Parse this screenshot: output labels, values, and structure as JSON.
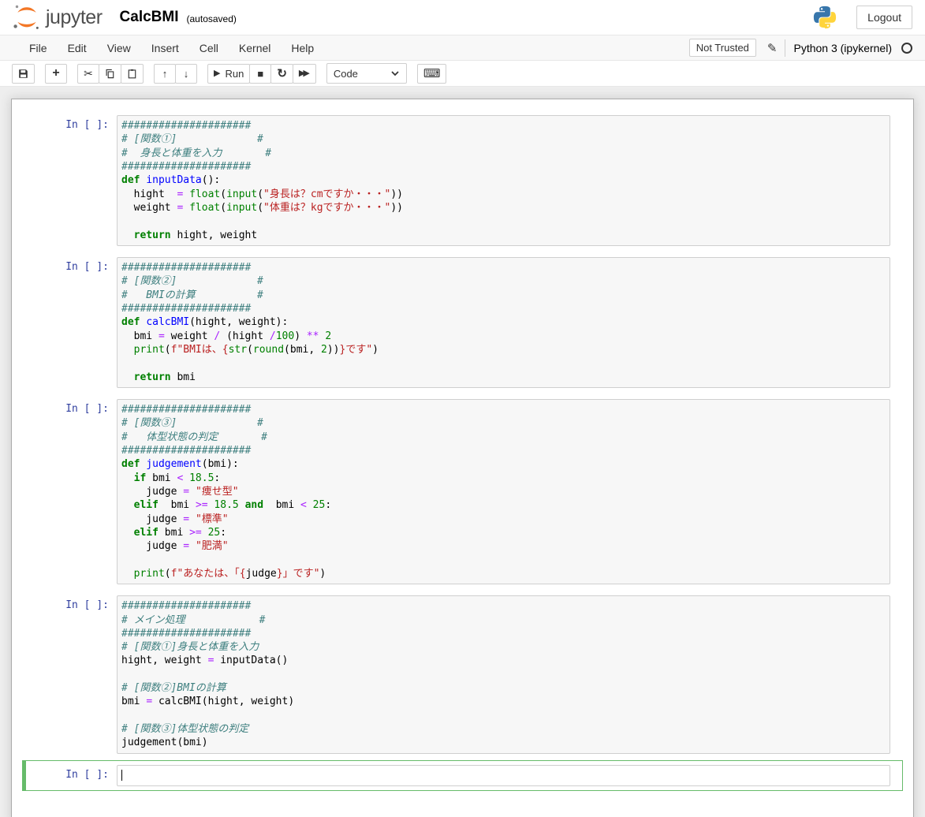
{
  "header": {
    "logo_text": "jupyter",
    "title": "CalcBMI",
    "autosaved": "(autosaved)",
    "logout_label": "Logout"
  },
  "menu": {
    "items": [
      "File",
      "Edit",
      "View",
      "Insert",
      "Cell",
      "Kernel",
      "Help"
    ],
    "trust_badge": "Not Trusted",
    "kernel_name": "Python 3 (ipykernel)"
  },
  "toolbar": {
    "run_label": "Run",
    "cell_type_selected": "Code",
    "icons": {
      "add": "+",
      "cut": "✂",
      "up": "↑",
      "down": "↓",
      "run_glyph": "▶",
      "stop": "■",
      "restart": "↻",
      "restart_run_all": "▶▶",
      "keyboard": "⌨"
    }
  },
  "colors": {
    "selected_cell_green": "#66BB6A",
    "prompt_blue": "#303F9F",
    "comment": "#408080",
    "keyword": "#008000",
    "builtin": "#008000",
    "function_def": "#0000FF",
    "operator": "#AA22FF",
    "number": "#008000",
    "string": "#BA2121",
    "jupyter_orange": "#F37726",
    "python_blue": "#3776AB",
    "python_yellow": "#FFD43B"
  },
  "notebook": {
    "prompt_label": "In [ ]:",
    "cells": [
      {
        "selected": false,
        "lines": [
          [
            [
              "c",
              "#####################"
            ]
          ],
          [
            [
              "c",
              "# [関数①]             #"
            ]
          ],
          [
            [
              "c",
              "#  身長と体重を入力       #"
            ]
          ],
          [
            [
              "c",
              "#####################"
            ]
          ],
          [
            [
              "k",
              "def"
            ],
            [
              "p",
              " "
            ],
            [
              "d",
              "inputData"
            ],
            [
              "p",
              "():"
            ]
          ],
          [
            [
              "p",
              "  hight  "
            ],
            [
              "o",
              "="
            ],
            [
              "p",
              " "
            ],
            [
              "b",
              "float"
            ],
            [
              "p",
              "("
            ],
            [
              "b",
              "input"
            ],
            [
              "p",
              "("
            ],
            [
              "s",
              "\"身長は？cmですか・・・\""
            ],
            [
              "p",
              "))"
            ]
          ],
          [
            [
              "p",
              "  weight "
            ],
            [
              "o",
              "="
            ],
            [
              "p",
              " "
            ],
            [
              "b",
              "float"
            ],
            [
              "p",
              "("
            ],
            [
              "b",
              "input"
            ],
            [
              "p",
              "("
            ],
            [
              "s",
              "\"体重は？kgですか・・・\""
            ],
            [
              "p",
              "))"
            ]
          ],
          [],
          [
            [
              "p",
              "  "
            ],
            [
              "k",
              "return"
            ],
            [
              "p",
              " hight, weight"
            ]
          ]
        ]
      },
      {
        "selected": false,
        "lines": [
          [
            [
              "c",
              "#####################"
            ]
          ],
          [
            [
              "c",
              "# [関数②]             #"
            ]
          ],
          [
            [
              "c",
              "#   BMIの計算          #"
            ]
          ],
          [
            [
              "c",
              "#####################"
            ]
          ],
          [
            [
              "k",
              "def"
            ],
            [
              "p",
              " "
            ],
            [
              "d",
              "calcBMI"
            ],
            [
              "p",
              "(hight, weight):"
            ]
          ],
          [
            [
              "p",
              "  bmi "
            ],
            [
              "o",
              "="
            ],
            [
              "p",
              " weight "
            ],
            [
              "o",
              "/"
            ],
            [
              "p",
              " (hight "
            ],
            [
              "o",
              "/"
            ],
            [
              "n",
              "100"
            ],
            [
              "p",
              ") "
            ],
            [
              "o",
              "**"
            ],
            [
              "p",
              " "
            ],
            [
              "n",
              "2"
            ]
          ],
          [
            [
              "p",
              "  "
            ],
            [
              "b",
              "print"
            ],
            [
              "p",
              "("
            ],
            [
              "s",
              "f\"BMIは、{"
            ],
            [
              "b",
              "str"
            ],
            [
              "p",
              "("
            ],
            [
              "b",
              "round"
            ],
            [
              "p",
              "(bmi, "
            ],
            [
              "n",
              "2"
            ],
            [
              "p",
              "))"
            ],
            [
              "s",
              "}です\""
            ],
            [
              "p",
              ")"
            ]
          ],
          [],
          [
            [
              "p",
              "  "
            ],
            [
              "k",
              "return"
            ],
            [
              "p",
              " bmi"
            ]
          ]
        ]
      },
      {
        "selected": false,
        "lines": [
          [
            [
              "c",
              "#####################"
            ]
          ],
          [
            [
              "c",
              "# [関数③]             #"
            ]
          ],
          [
            [
              "c",
              "#   体型状態の判定       #"
            ]
          ],
          [
            [
              "c",
              "#####################"
            ]
          ],
          [
            [
              "k",
              "def"
            ],
            [
              "p",
              " "
            ],
            [
              "d",
              "judgement"
            ],
            [
              "p",
              "(bmi):"
            ]
          ],
          [
            [
              "p",
              "  "
            ],
            [
              "k",
              "if"
            ],
            [
              "p",
              " bmi "
            ],
            [
              "o",
              "<"
            ],
            [
              "p",
              " "
            ],
            [
              "n",
              "18.5"
            ],
            [
              "p",
              ":"
            ]
          ],
          [
            [
              "p",
              "    judge "
            ],
            [
              "o",
              "="
            ],
            [
              "p",
              " "
            ],
            [
              "s",
              "\"痩せ型\""
            ]
          ],
          [
            [
              "p",
              "  "
            ],
            [
              "k",
              "elif"
            ],
            [
              "p",
              "  bmi "
            ],
            [
              "o",
              ">="
            ],
            [
              "p",
              " "
            ],
            [
              "n",
              "18.5"
            ],
            [
              "p",
              " "
            ],
            [
              "k",
              "and"
            ],
            [
              "p",
              "  bmi "
            ],
            [
              "o",
              "<"
            ],
            [
              "p",
              " "
            ],
            [
              "n",
              "25"
            ],
            [
              "p",
              ":"
            ]
          ],
          [
            [
              "p",
              "    judge "
            ],
            [
              "o",
              "="
            ],
            [
              "p",
              " "
            ],
            [
              "s",
              "\"標準\""
            ]
          ],
          [
            [
              "p",
              "  "
            ],
            [
              "k",
              "elif"
            ],
            [
              "p",
              " bmi "
            ],
            [
              "o",
              ">="
            ],
            [
              "p",
              " "
            ],
            [
              "n",
              "25"
            ],
            [
              "p",
              ":"
            ]
          ],
          [
            [
              "p",
              "    judge "
            ],
            [
              "o",
              "="
            ],
            [
              "p",
              " "
            ],
            [
              "s",
              "\"肥満\""
            ]
          ],
          [],
          [
            [
              "p",
              "  "
            ],
            [
              "b",
              "print"
            ],
            [
              "p",
              "("
            ],
            [
              "s",
              "f\"あなたは、「{"
            ],
            [
              "p",
              "judge"
            ],
            [
              "s",
              "}」です\""
            ],
            [
              "p",
              ")"
            ]
          ]
        ]
      },
      {
        "selected": false,
        "lines": [
          [
            [
              "c",
              "#####################"
            ]
          ],
          [
            [
              "c",
              "# メイン処理            #"
            ]
          ],
          [
            [
              "c",
              "#####################"
            ]
          ],
          [
            [
              "c",
              "# [関数①]身長と体重を入力"
            ]
          ],
          [
            [
              "p",
              "hight, weight "
            ],
            [
              "o",
              "="
            ],
            [
              "p",
              " inputData()"
            ]
          ],
          [],
          [
            [
              "c",
              "# [関数②]BMIの計算"
            ]
          ],
          [
            [
              "p",
              "bmi "
            ],
            [
              "o",
              "="
            ],
            [
              "p",
              " calcBMI(hight, weight)"
            ]
          ],
          [],
          [
            [
              "c",
              "# [関数③]体型状態の判定"
            ]
          ],
          [
            [
              "p",
              "judgement(bmi)"
            ]
          ]
        ]
      },
      {
        "selected": true,
        "caret": true,
        "lines": [
          []
        ]
      }
    ]
  }
}
